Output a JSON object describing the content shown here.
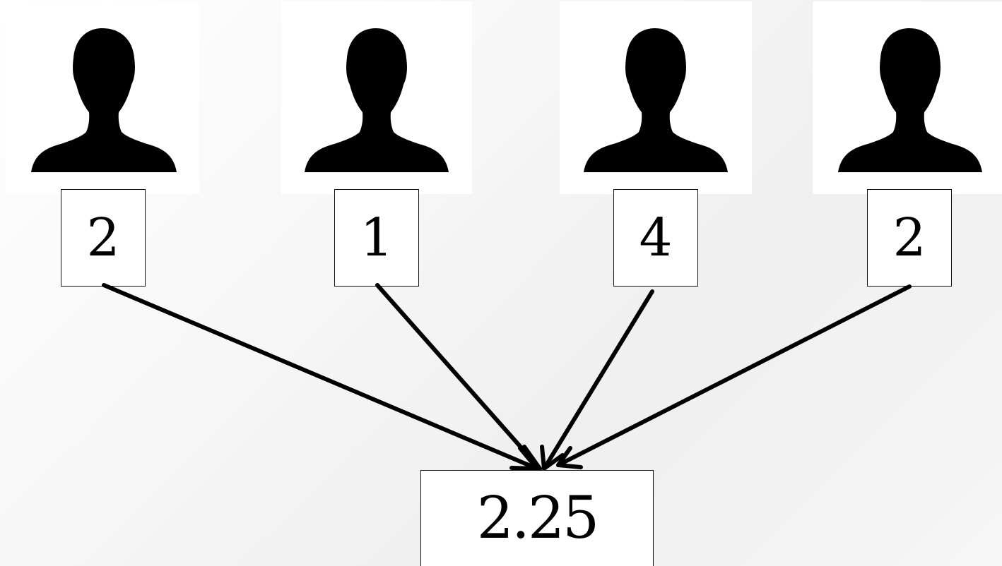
{
  "people": [
    {
      "value": "2",
      "icon": "person-silhouette-icon"
    },
    {
      "value": "1",
      "icon": "person-silhouette-icon"
    },
    {
      "value": "4",
      "icon": "person-silhouette-icon"
    },
    {
      "value": "2",
      "icon": "person-silhouette-icon"
    }
  ],
  "result": {
    "value": "2.25"
  },
  "colors": {
    "ink": "#000000",
    "border": "#111111",
    "card": "#ffffff"
  }
}
